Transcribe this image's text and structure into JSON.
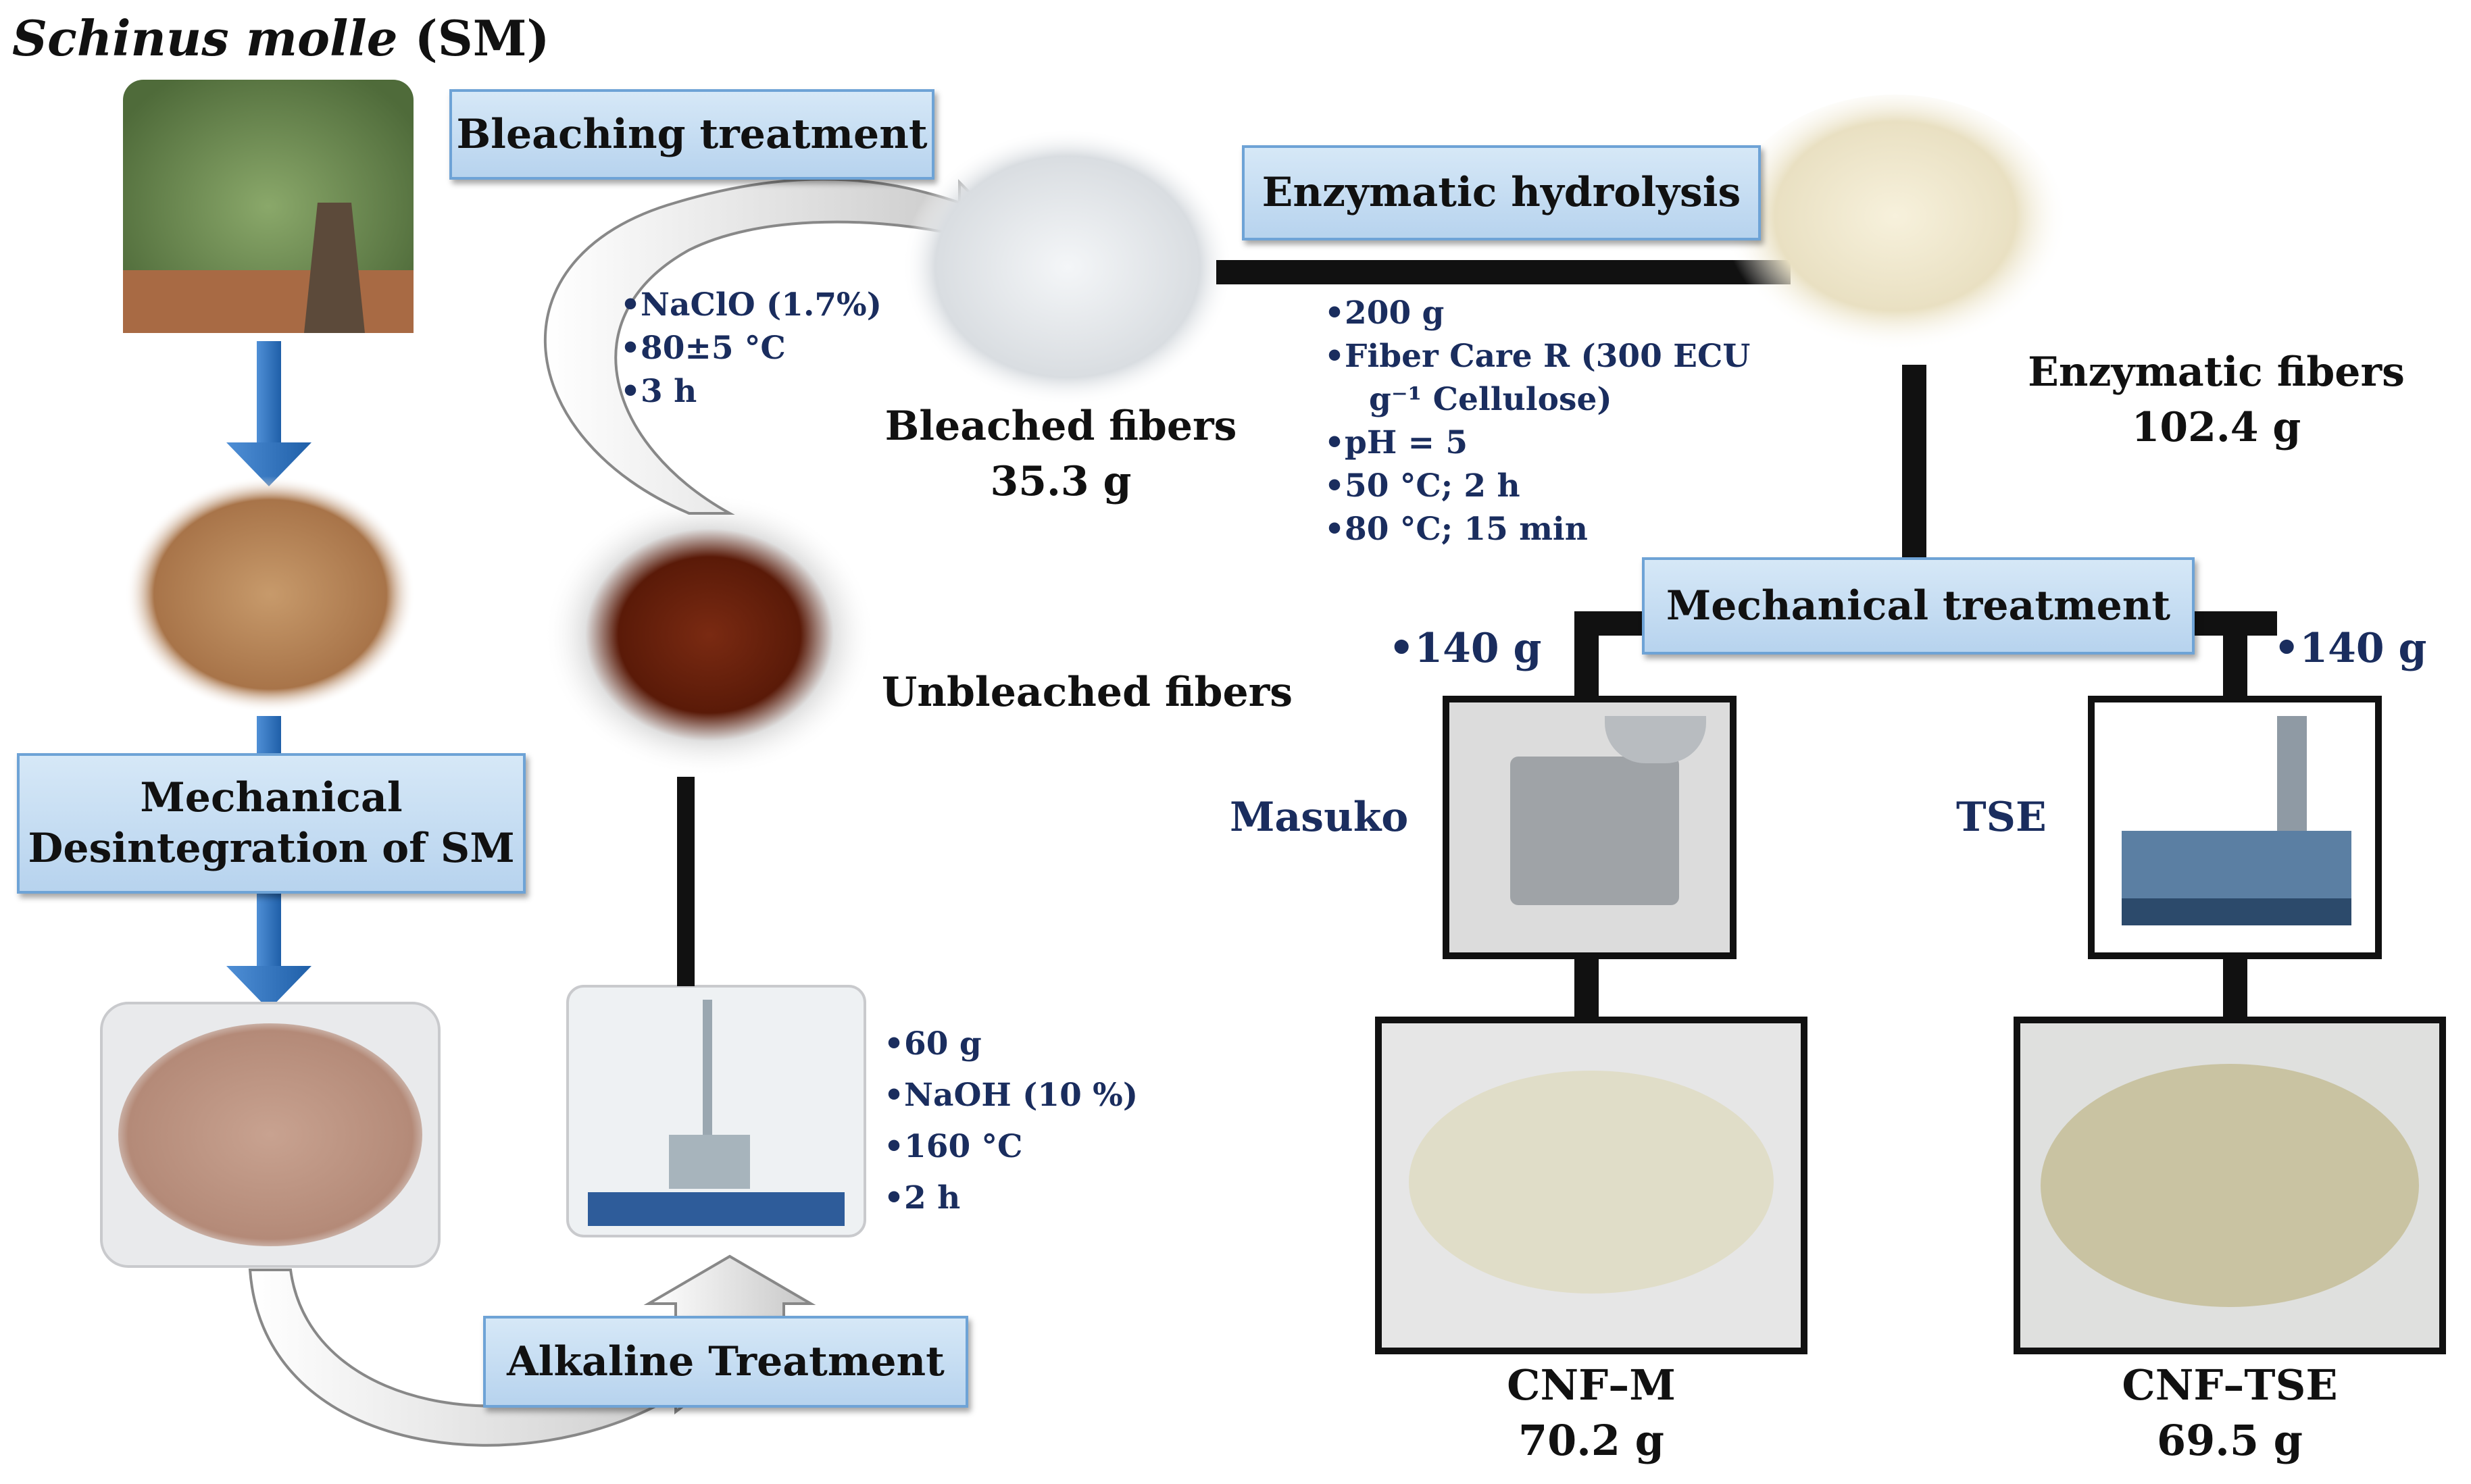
{
  "title": {
    "species": "Schinus molle",
    "abbr": "(SM)"
  },
  "boxes": {
    "bleaching": "Bleaching treatment",
    "enzymatic": "Enzymatic hydrolysis",
    "mech_disintegration": "Mechanical Desintegration of SM",
    "mechanical": "Mechanical treatment",
    "alkaline": "Alkaline Treatment"
  },
  "bleaching_conditions": [
    "NaClO (1.7%)",
    "80±5 °C",
    "3 h"
  ],
  "enzymatic_conditions": [
    "200 g",
    "Fiber Care R (300 ECU g⁻¹ Cellulose)",
    "pH = 5",
    "50 °C; 2 h",
    "80 °C; 15 min"
  ],
  "alkaline_conditions": [
    "60 g",
    "NaOH (10 %)",
    "160 °C",
    "2 h"
  ],
  "labels": {
    "bleached": "Bleached fibers",
    "bleached_mass": "35.3 g",
    "enzymatic": "Enzymatic fibers",
    "enzymatic_mass": "102.4 g",
    "unbleached": "Unbleached fibers",
    "left_feed": "•140 g",
    "right_feed": "•140 g",
    "masuko": "Masuko",
    "tse": "TSE",
    "cnf_m": "CNF–M",
    "cnf_m_mass": "70.2 g",
    "cnf_tse": "CNF–TSE",
    "cnf_tse_mass": "69.5 g"
  },
  "colors": {
    "box_fill": "#c6ddf2",
    "box_border": "#6ea3d6",
    "arrow_blue": "#2f74c0",
    "navy_text": "#1a2d5e",
    "connector": "#111111"
  }
}
